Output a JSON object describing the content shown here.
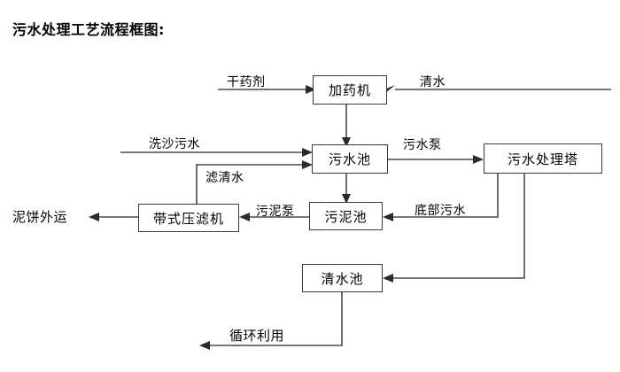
{
  "title": "污水处理工艺流程框图:",
  "nodes": [
    {
      "id": "dosing_machine",
      "label": "加药机"
    },
    {
      "id": "wastewater_pool",
      "label": "污水池"
    },
    {
      "id": "treatment_tower",
      "label": "污水处理塔"
    },
    {
      "id": "belt_filter_press",
      "label": "带式压滤机"
    },
    {
      "id": "sludge_pool",
      "label": "污泥池"
    },
    {
      "id": "clear_water_pool",
      "label": "清水池"
    }
  ],
  "edge_labels": [
    {
      "id": "dry_chemical",
      "label": "干药剂"
    },
    {
      "id": "clean_water",
      "label": "清水"
    },
    {
      "id": "sand_wash_sewage",
      "label": "洗沙污水"
    },
    {
      "id": "filtered_water",
      "label": "滤清水"
    },
    {
      "id": "sewage_pump",
      "label": "污水泵"
    },
    {
      "id": "sludge_pump",
      "label": "污泥泵"
    },
    {
      "id": "bottom_sewage",
      "label": "底部污水"
    },
    {
      "id": "mud_cake_out",
      "label": "泥饼外运"
    },
    {
      "id": "recycle_reuse",
      "label": "循环利用"
    }
  ],
  "colors": {
    "box_border": "#3a3a3a",
    "wire": "#4a4a4a",
    "text": "#000000",
    "background": "#ffffff"
  }
}
